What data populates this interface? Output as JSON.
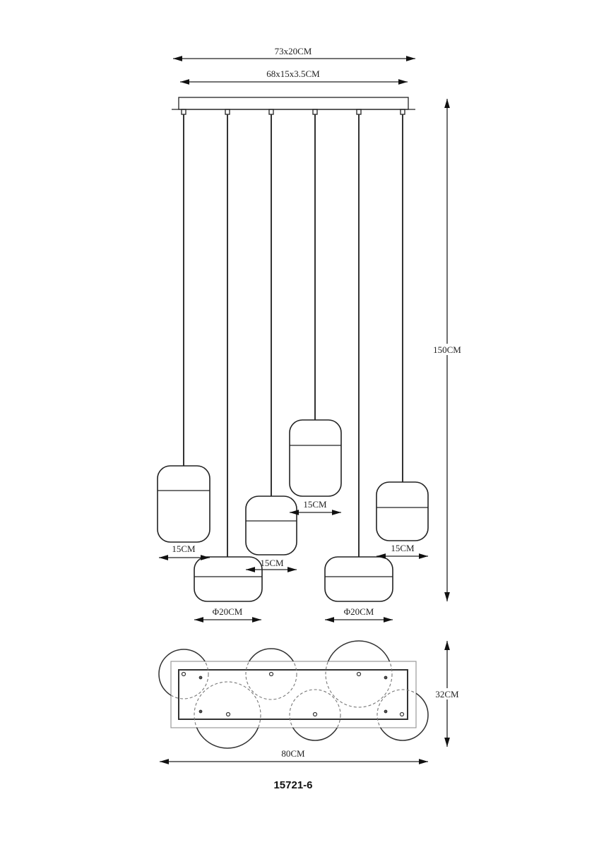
{
  "drawing": {
    "canopy_outer_dim": "73x20CM",
    "canopy_plate_dim": "68x15x3.5CM",
    "drop_height": "150CM",
    "shade_small_1": "15CM",
    "shade_small_2": "15CM",
    "shade_small_3": "15CM",
    "shade_small_4": "15CM",
    "shade_large_1": "Φ20CM",
    "shade_large_2": "Φ20CM",
    "plan_width": "80CM",
    "plan_depth": "32CM",
    "model_number": "15721-6"
  }
}
